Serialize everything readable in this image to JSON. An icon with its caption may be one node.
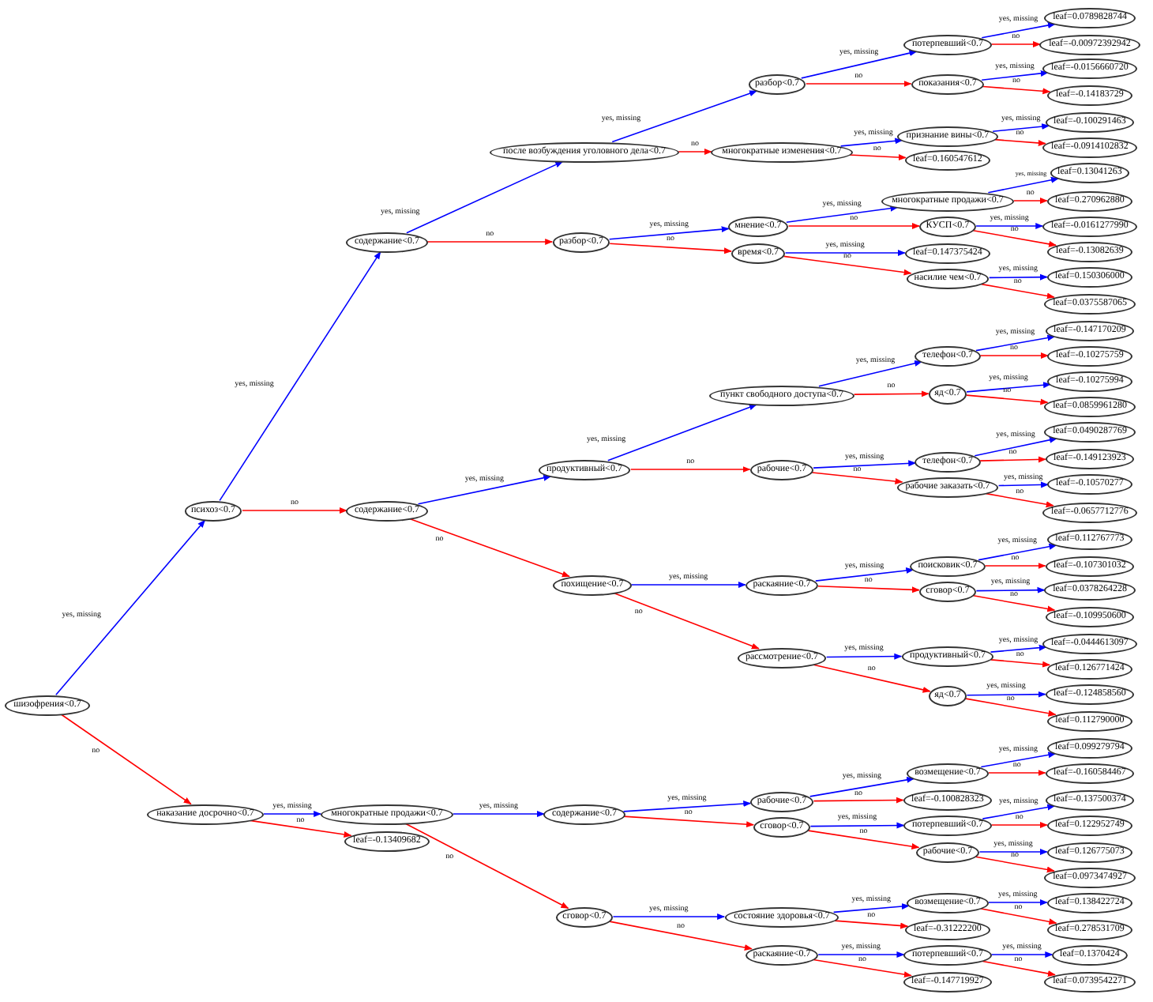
{
  "diagram": {
    "nodes": [
      {
        "text": [
          "шизофрения<0.7"
        ]
      },
      {
        "text": [
          "психоз<0.7"
        ]
      },
      {
        "text": [
          "содержание<0.7"
        ]
      },
      {
        "text": [
          "после возбуждения уголовного дела<0.7"
        ]
      },
      {
        "text": [
          "разбор<0.7"
        ]
      },
      {
        "text": [
          "потерпевший<0.7"
        ]
      },
      {
        "text": [
          "leaf=0.0789828744"
        ]
      },
      {
        "text": [
          "leaf=-0.00972392942"
        ]
      },
      {
        "text": [
          "показания<0.7"
        ]
      },
      {
        "text": [
          "leaf=-0.0156660720"
        ]
      },
      {
        "text": [
          "leaf=-0.14183729"
        ]
      },
      {
        "text": [
          "многократные изменения<0.7"
        ]
      },
      {
        "text": [
          "признание вины<0.7"
        ]
      },
      {
        "text": [
          "leaf=-0.100291463"
        ]
      },
      {
        "text": [
          "leaf=-0.0914102832"
        ]
      },
      {
        "text": [
          "leaf=0.160547612"
        ]
      },
      {
        "text": [
          "разбор<0.7"
        ]
      },
      {
        "text": [
          "мнение<0.7"
        ]
      },
      {
        "text": [
          "многократные продажи<0.7"
        ]
      },
      {
        "text": [
          "leaf=0.13041263"
        ]
      },
      {
        "text": [
          "leaf=0.270962880"
        ]
      },
      {
        "text": [
          "КУСП<0.7"
        ]
      },
      {
        "text": [
          "leaf=-0.0161277990"
        ]
      },
      {
        "text": [
          "leaf=-0.13082639"
        ]
      },
      {
        "text": [
          "время<0.7"
        ]
      },
      {
        "text": [
          "leaf=0.147375424"
        ]
      },
      {
        "text": [
          "насилие чем<0.7"
        ]
      },
      {
        "text": [
          "leaf=0.150306000"
        ]
      },
      {
        "text": [
          "leaf=0.0375587065"
        ]
      },
      {
        "text": [
          "содержание<0.7"
        ]
      },
      {
        "text": [
          "продуктивный<0.7"
        ]
      },
      {
        "text": [
          "пункт свободного доступа<0.7"
        ]
      },
      {
        "text": [
          "телефон<0.7"
        ]
      },
      {
        "text": [
          "leaf=-0.147170209"
        ]
      },
      {
        "text": [
          "leaf=-0.10275759"
        ]
      },
      {
        "text": [
          "яд<0.7"
        ]
      },
      {
        "text": [
          "leaf=-0.10275994"
        ]
      },
      {
        "text": [
          "leaf=0.0859961280"
        ]
      },
      {
        "text": [
          "рабочие<0.7"
        ]
      },
      {
        "text": [
          "телефон<0.7"
        ]
      },
      {
        "text": [
          "leaf=0.0490287769"
        ]
      },
      {
        "text": [
          "leaf=-0.149123923"
        ]
      },
      {
        "text": [
          "рабочие заказать<0.7"
        ]
      },
      {
        "text": [
          "leaf=-0.10570277"
        ]
      },
      {
        "text": [
          "leaf=-0.0657712776"
        ]
      },
      {
        "text": [
          "похищение<0.7"
        ]
      },
      {
        "text": [
          "раскаяние<0.7"
        ]
      },
      {
        "text": [
          "поисковик<0.7"
        ]
      },
      {
        "text": [
          "leaf=0.112767773"
        ]
      },
      {
        "text": [
          "leaf=-0.107301032"
        ]
      },
      {
        "text": [
          "сговор<0.7"
        ]
      },
      {
        "text": [
          "leaf=0.0378264228"
        ]
      },
      {
        "text": [
          "leaf=-0.109950600"
        ]
      },
      {
        "text": [
          "рассмотрение<0.7"
        ]
      },
      {
        "text": [
          "продуктивный<0.7"
        ]
      },
      {
        "text": [
          "leaf=-0.0444613097"
        ]
      },
      {
        "text": [
          "leaf=0.126771424"
        ]
      },
      {
        "text": [
          "яд<0.7"
        ]
      },
      {
        "text": [
          "leaf=-0.124858560"
        ]
      },
      {
        "text": [
          "leaf=0.112790000"
        ]
      },
      {
        "text": [
          "наказание досрочно<0.7"
        ]
      },
      {
        "text": [
          "многократные продажи<0.7"
        ]
      },
      {
        "text": [
          "содержание<0.7"
        ]
      },
      {
        "text": [
          "рабочие<0.7"
        ]
      },
      {
        "text": [
          "возмещение<0.7"
        ]
      },
      {
        "text": [
          "leaf=0.099279794"
        ]
      },
      {
        "text": [
          "leaf=-0.160584467"
        ]
      },
      {
        "text": [
          "leaf=-0.100828323"
        ]
      },
      {
        "text": [
          "сговор<0.7"
        ]
      },
      {
        "text": [
          "потерпевший<0.7"
        ]
      },
      {
        "text": [
          "leaf=-0.137500374"
        ]
      },
      {
        "text": [
          "leaf=0.122952749"
        ]
      },
      {
        "text": [
          "рабочие<0.7"
        ]
      },
      {
        "text": [
          "leaf=0.126775073"
        ]
      },
      {
        "text": [
          "leaf=0.0973474927"
        ]
      },
      {
        "text": [
          "сговор<0.7"
        ]
      },
      {
        "text": [
          "состояние здоровья<0.7"
        ]
      },
      {
        "text": [
          "возмещение<0.7"
        ]
      },
      {
        "text": [
          "leaf=0.138422724"
        ]
      },
      {
        "text": [
          "leaf=0.278531709"
        ]
      },
      {
        "text": [
          "leaf=-0.31222200"
        ]
      },
      {
        "text": [
          "раскаяние<0.7"
        ]
      },
      {
        "text": [
          "потерпевший<0.7"
        ]
      },
      {
        "text": [
          "leaf=0.1370424"
        ]
      },
      {
        "text": [
          "leaf=0.0739542271"
        ]
      },
      {
        "text": [
          "leaf=-0.147719927"
        ]
      },
      {
        "text": [
          "leaf=-0.13409682"
        ]
      }
    ],
    "edges": [
      {
        "from": 0,
        "to": 1,
        "arrow": "to",
        "label": "yes, missing",
        "color": "#0000ff"
      },
      {
        "from": 0,
        "to": 60,
        "arrow": "to",
        "label": "no",
        "color": "#ff0000"
      },
      {
        "from": 1,
        "to": 2,
        "arrow": "to",
        "label": "yes, missing",
        "color": "#0000ff"
      },
      {
        "from": 1,
        "to": 29,
        "arrow": "to",
        "label": "no",
        "color": "#ff0000"
      },
      {
        "from": 2,
        "to": 3,
        "arrow": "to",
        "label": "yes, missing",
        "color": "#0000ff"
      },
      {
        "from": 2,
        "to": 16,
        "arrow": "to",
        "label": "no",
        "color": "#ff0000"
      },
      {
        "from": 3,
        "to": 4,
        "arrow": "to",
        "label": "yes, missing",
        "color": "#0000ff"
      },
      {
        "from": 3,
        "to": 11,
        "arrow": "to",
        "label": "no",
        "color": "#ff0000"
      },
      {
        "from": 4,
        "to": 5,
        "arrow": "to",
        "label": "yes, missing",
        "color": "#0000ff"
      },
      {
        "from": 4,
        "to": 8,
        "arrow": "to",
        "label": "no",
        "color": "#ff0000"
      },
      {
        "from": 5,
        "to": 6,
        "arrow": "to",
        "label": "yes, missing",
        "color": "#0000ff"
      },
      {
        "from": 5,
        "to": 7,
        "arrow": "to",
        "label": "no",
        "color": "#ff0000"
      },
      {
        "from": 8,
        "to": 9,
        "arrow": "to",
        "label": "yes, missing",
        "color": "#0000ff"
      },
      {
        "from": 8,
        "to": 10,
        "arrow": "to",
        "label": "no",
        "color": "#ff0000"
      },
      {
        "from": 11,
        "to": 12,
        "arrow": "to",
        "label": "yes, missing",
        "color": "#0000ff"
      },
      {
        "from": 11,
        "to": 15,
        "arrow": "to",
        "label": "no",
        "color": "#ff0000"
      },
      {
        "from": 12,
        "to": 13,
        "arrow": "to",
        "label": "yes, missing",
        "color": "#0000ff"
      },
      {
        "from": 12,
        "to": 14,
        "arrow": "to",
        "label": "no",
        "color": "#ff0000"
      },
      {
        "from": 16,
        "to": 17,
        "arrow": "to",
        "label": "yes, missing",
        "color": "#0000ff"
      },
      {
        "from": 16,
        "to": 24,
        "arrow": "to",
        "label": "no",
        "color": "#ff0000"
      },
      {
        "from": 17,
        "to": 18,
        "arrow": "to",
        "label": "yes, missing",
        "color": "#0000ff"
      },
      {
        "from": 17,
        "to": 21,
        "arrow": "to",
        "label": "no",
        "color": "#ff0000"
      },
      {
        "from": 18,
        "to": 19,
        "arrow": "to",
        "label": "yes, missing",
        "color": "#0000ff"
      },
      {
        "from": 18,
        "to": 20,
        "arrow": "to",
        "label": "no",
        "color": "#ff0000"
      },
      {
        "from": 21,
        "to": 22,
        "arrow": "to",
        "label": "yes, missing",
        "color": "#0000ff"
      },
      {
        "from": 21,
        "to": 23,
        "arrow": "to",
        "label": "no",
        "color": "#ff0000"
      },
      {
        "from": 24,
        "to": 25,
        "arrow": "to",
        "label": "yes, missing",
        "color": "#0000ff"
      },
      {
        "from": 24,
        "to": 26,
        "arrow": "to",
        "label": "no",
        "color": "#ff0000"
      },
      {
        "from": 26,
        "to": 27,
        "arrow": "to",
        "label": "yes, missing",
        "color": "#0000ff"
      },
      {
        "from": 26,
        "to": 28,
        "arrow": "to",
        "label": "no",
        "color": "#ff0000"
      },
      {
        "from": 29,
        "to": 30,
        "arrow": "to",
        "label": "yes, missing",
        "color": "#0000ff"
      },
      {
        "from": 29,
        "to": 45,
        "arrow": "to",
        "label": "no",
        "color": "#ff0000"
      },
      {
        "from": 30,
        "to": 31,
        "arrow": "to",
        "label": "yes, missing",
        "color": "#0000ff"
      },
      {
        "from": 30,
        "to": 38,
        "arrow": "to",
        "label": "no",
        "color": "#ff0000"
      },
      {
        "from": 31,
        "to": 32,
        "arrow": "to",
        "label": "yes, missing",
        "color": "#0000ff"
      },
      {
        "from": 31,
        "to": 35,
        "arrow": "to",
        "label": "no",
        "color": "#ff0000"
      },
      {
        "from": 32,
        "to": 33,
        "arrow": "to",
        "label": "yes, missing",
        "color": "#0000ff"
      },
      {
        "from": 32,
        "to": 34,
        "arrow": "to",
        "label": "no",
        "color": "#ff0000"
      },
      {
        "from": 35,
        "to": 36,
        "arrow": "to",
        "label": "yes, missing",
        "color": "#0000ff"
      },
      {
        "from": 35,
        "to": 37,
        "arrow": "to",
        "label": "no",
        "color": "#ff0000"
      },
      {
        "from": 38,
        "to": 39,
        "arrow": "to",
        "label": "yes, missing",
        "color": "#0000ff"
      },
      {
        "from": 38,
        "to": 42,
        "arrow": "to",
        "label": "no",
        "color": "#ff0000"
      },
      {
        "from": 39,
        "to": 40,
        "arrow": "to",
        "label": "yes, missing",
        "color": "#0000ff"
      },
      {
        "from": 39,
        "to": 41,
        "arrow": "to",
        "label": "no",
        "color": "#ff0000"
      },
      {
        "from": 42,
        "to": 43,
        "arrow": "to",
        "label": "yes, missing",
        "color": "#0000ff"
      },
      {
        "from": 42,
        "to": 44,
        "arrow": "to",
        "label": "no",
        "color": "#ff0000"
      },
      {
        "from": 45,
        "to": 46,
        "arrow": "to",
        "label": "yes, missing",
        "color": "#0000ff"
      },
      {
        "from": 45,
        "to": 53,
        "arrow": "to",
        "label": "no",
        "color": "#ff0000"
      },
      {
        "from": 46,
        "to": 47,
        "arrow": "to",
        "label": "yes, missing",
        "color": "#0000ff"
      },
      {
        "from": 46,
        "to": 50,
        "arrow": "to",
        "label": "no",
        "color": "#ff0000"
      },
      {
        "from": 47,
        "to": 48,
        "arrow": "to",
        "label": "yes, missing",
        "color": "#0000ff"
      },
      {
        "from": 47,
        "to": 49,
        "arrow": "to",
        "label": "no",
        "color": "#ff0000"
      },
      {
        "from": 50,
        "to": 51,
        "arrow": "to",
        "label": "yes, missing",
        "color": "#0000ff"
      },
      {
        "from": 50,
        "to": 52,
        "arrow": "to",
        "label": "no",
        "color": "#ff0000"
      },
      {
        "from": 53,
        "to": 54,
        "arrow": "to",
        "label": "yes, missing",
        "color": "#0000ff"
      },
      {
        "from": 53,
        "to": 57,
        "arrow": "to",
        "label": "no",
        "color": "#ff0000"
      },
      {
        "from": 54,
        "to": 55,
        "arrow": "to",
        "label": "yes, missing",
        "color": "#0000ff"
      },
      {
        "from": 54,
        "to": 56,
        "arrow": "to",
        "label": "no",
        "color": "#ff0000"
      },
      {
        "from": 57,
        "to": 58,
        "arrow": "to",
        "label": "yes, missing",
        "color": "#0000ff"
      },
      {
        "from": 57,
        "to": 59,
        "arrow": "to",
        "label": "no",
        "color": "#ff0000"
      },
      {
        "from": 60,
        "to": 61,
        "arrow": "to",
        "label": "yes, missing",
        "color": "#0000ff"
      },
      {
        "from": 60,
        "to": 86,
        "arrow": "to",
        "label": "no",
        "color": "#ff0000"
      },
      {
        "from": 61,
        "to": 62,
        "arrow": "to",
        "label": "yes, missing",
        "color": "#0000ff"
      },
      {
        "from": 61,
        "to": 75,
        "arrow": "to",
        "label": "no",
        "color": "#ff0000"
      },
      {
        "from": 62,
        "to": 63,
        "arrow": "to",
        "label": "yes, missing",
        "color": "#0000ff"
      },
      {
        "from": 62,
        "to": 68,
        "arrow": "to",
        "label": "no",
        "color": "#ff0000"
      },
      {
        "from": 63,
        "to": 64,
        "arrow": "to",
        "label": "yes, missing",
        "color": "#0000ff"
      },
      {
        "from": 63,
        "to": 67,
        "arrow": "to",
        "label": "no",
        "color": "#ff0000"
      },
      {
        "from": 64,
        "to": 65,
        "arrow": "to",
        "label": "yes, missing",
        "color": "#0000ff"
      },
      {
        "from": 64,
        "to": 66,
        "arrow": "to",
        "label": "no",
        "color": "#ff0000"
      },
      {
        "from": 68,
        "to": 69,
        "arrow": "to",
        "label": "yes, missing",
        "color": "#0000ff"
      },
      {
        "from": 68,
        "to": 72,
        "arrow": "to",
        "label": "no",
        "color": "#ff0000"
      },
      {
        "from": 69,
        "to": 70,
        "arrow": "to",
        "label": "yes, missing",
        "color": "#0000ff"
      },
      {
        "from": 69,
        "to": 71,
        "arrow": "to",
        "label": "no",
        "color": "#ff0000"
      },
      {
        "from": 72,
        "to": 73,
        "arrow": "to",
        "label": "yes, missing",
        "color": "#0000ff"
      },
      {
        "from": 72,
        "to": 74,
        "arrow": "to",
        "label": "no",
        "color": "#ff0000"
      },
      {
        "from": 75,
        "to": 76,
        "arrow": "to",
        "label": "yes, missing",
        "color": "#0000ff"
      },
      {
        "from": 75,
        "to": 81,
        "arrow": "to",
        "label": "no",
        "color": "#ff0000"
      },
      {
        "from": 76,
        "to": 77,
        "arrow": "to",
        "label": "yes, missing",
        "color": "#0000ff"
      },
      {
        "from": 76,
        "to": 80,
        "arrow": "to",
        "label": "no",
        "color": "#ff0000"
      },
      {
        "from": 77,
        "to": 78,
        "arrow": "to",
        "label": "yes, missing",
        "color": "#0000ff"
      },
      {
        "from": 77,
        "to": 79,
        "arrow": "to",
        "label": "no",
        "color": "#ff0000"
      },
      {
        "from": 81,
        "to": 82,
        "arrow": "to",
        "label": "yes, missing",
        "color": "#0000ff"
      },
      {
        "from": 81,
        "to": 85,
        "arrow": "to",
        "label": "no",
        "color": "#ff0000"
      },
      {
        "from": 82,
        "to": 83,
        "arrow": "to",
        "label": "yes, missing",
        "color": "#0000ff"
      },
      {
        "from": 82,
        "to": 84,
        "arrow": "to",
        "label": "no",
        "color": "#ff0000"
      }
    ]
  }
}
